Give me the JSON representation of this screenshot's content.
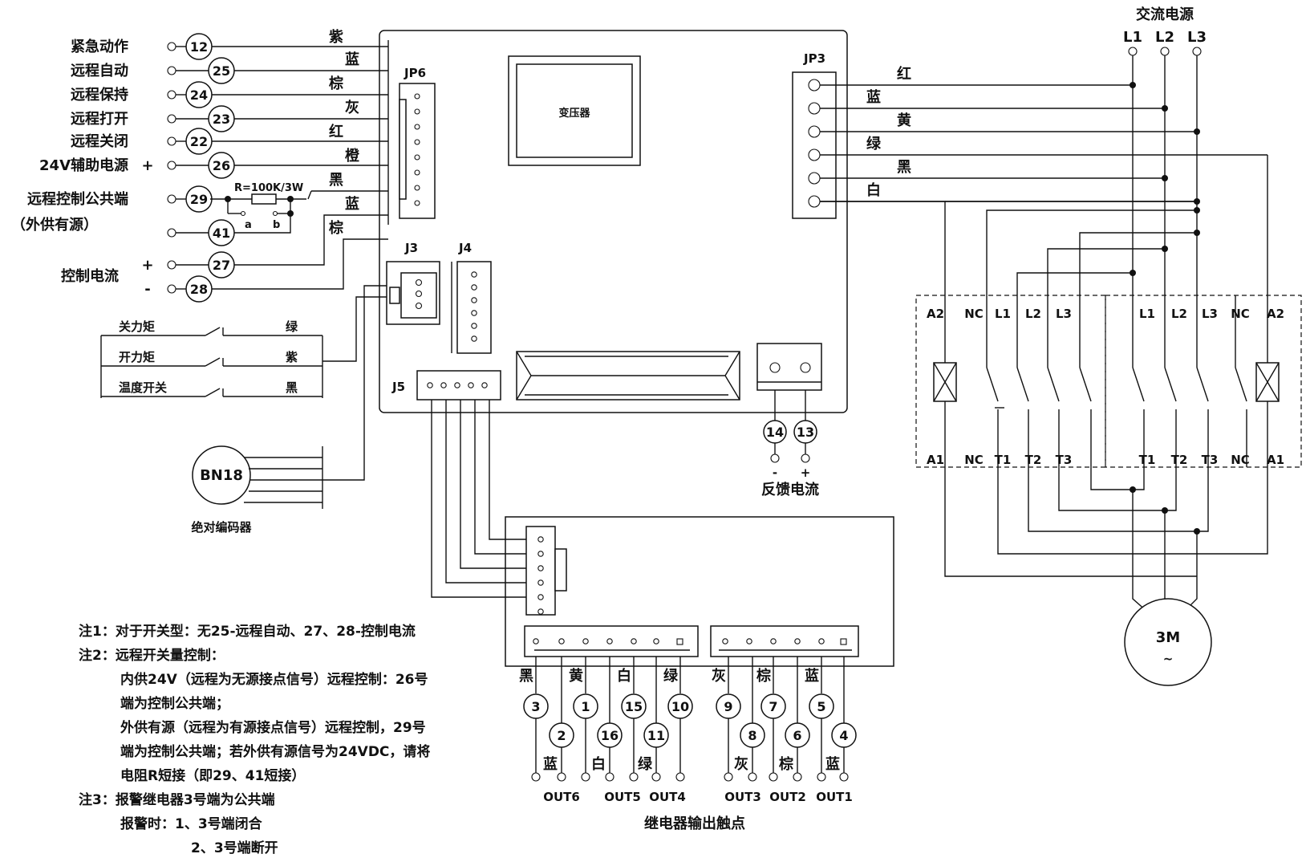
{
  "diagram": {
    "ac_power": {
      "title": "交流电源",
      "phases": [
        "L1",
        "L2",
        "L3"
      ]
    },
    "left_signals": [
      {
        "label": "紧急动作",
        "terminal": "12",
        "wire": "紫",
        "prefix": ""
      },
      {
        "label": "远程自动",
        "terminal": "25",
        "wire": "蓝",
        "prefix": ""
      },
      {
        "label": "远程保持",
        "terminal": "24",
        "wire": "棕",
        "prefix": ""
      },
      {
        "label": "远程打开",
        "terminal": "23",
        "wire": "灰",
        "prefix": ""
      },
      {
        "label": "远程关闭",
        "terminal": "22",
        "wire": "红",
        "prefix": ""
      },
      {
        "label": "24V辅助电源",
        "terminal": "26",
        "wire": "橙",
        "prefix": "+"
      },
      {
        "label": "远程控制公共端",
        "terminal": "29",
        "wire": "黑",
        "prefix": ""
      },
      {
        "label": "",
        "terminal": "41",
        "wire": "蓝",
        "prefix": ""
      },
      {
        "label": "",
        "terminal": "27",
        "wire": "棕",
        "prefix": "+"
      },
      {
        "label": "",
        "terminal": "28",
        "wire": "",
        "prefix": "-"
      }
    ],
    "common_note": "（外供有源）",
    "resistor": "R=100K/3W",
    "jumper_a": "a",
    "jumper_b": "b",
    "control_current": "控制电流",
    "connectors": {
      "jp6": "JP6",
      "jp3": "JP3",
      "j3": "J3",
      "j4": "J4",
      "j5": "J5"
    },
    "transformer": "变压器",
    "jp3_wires": [
      "红",
      "蓝",
      "黄",
      "绿",
      "黑",
      "白"
    ],
    "limit_switches": [
      {
        "label": "关力矩",
        "wire": "绿"
      },
      {
        "label": "开力矩",
        "wire": "紫"
      },
      {
        "label": "温度开关",
        "wire": "黑"
      }
    ],
    "encoder": {
      "name": "BN18",
      "caption": "绝对编码器"
    },
    "feedback": {
      "terminals": [
        "14",
        "13"
      ],
      "signs": [
        "-",
        "+"
      ],
      "caption": "反馈电流"
    },
    "contactor": {
      "top_left": [
        "A2",
        "NC",
        "L1",
        "L2",
        "L3"
      ],
      "top_right": [
        "L1",
        "L2",
        "L3",
        "NC",
        "A2"
      ],
      "bottom_left": [
        "A1",
        "NC",
        "T1",
        "T2",
        "T3"
      ],
      "bottom_right": [
        "T1",
        "T2",
        "T3",
        "NC",
        "A1"
      ]
    },
    "motor": {
      "name": "3M",
      "symbol": "~"
    },
    "relay_wires_top": [
      "黑",
      "黄",
      "白",
      "绿",
      "灰",
      "棕",
      "蓝"
    ],
    "relay_terminals_upper": [
      "3",
      "1",
      "15",
      "10",
      "9",
      "7",
      "5"
    ],
    "relay_terminals_lower": [
      "2",
      "16",
      "11",
      "8",
      "6",
      "4"
    ],
    "relay_wires_bottom": [
      "蓝",
      "白",
      "绿",
      "灰",
      "棕",
      "蓝"
    ],
    "outputs": [
      "OUT6",
      "OUT5",
      "OUT4",
      "OUT3",
      "OUT2",
      "OUT1"
    ],
    "relay_caption": "继电器输出触点",
    "notes": [
      "注1：对于开关型：无25-远程自动、27、28-控制电流",
      "注2：远程开关量控制：",
      "内供24V（远程为无源接点信号）远程控制：26号",
      "端为控制公共端；",
      "外供有源（远程为有源接点信号）远程控制，29号",
      "端为控制公共端；若外供有源信号为24VDC，请将",
      "电阻R短接（即29、41短接）",
      "注3：报警继电器3号端为公共端",
      "报警时：1、3号端闭合",
      "2、3号端断开"
    ]
  }
}
